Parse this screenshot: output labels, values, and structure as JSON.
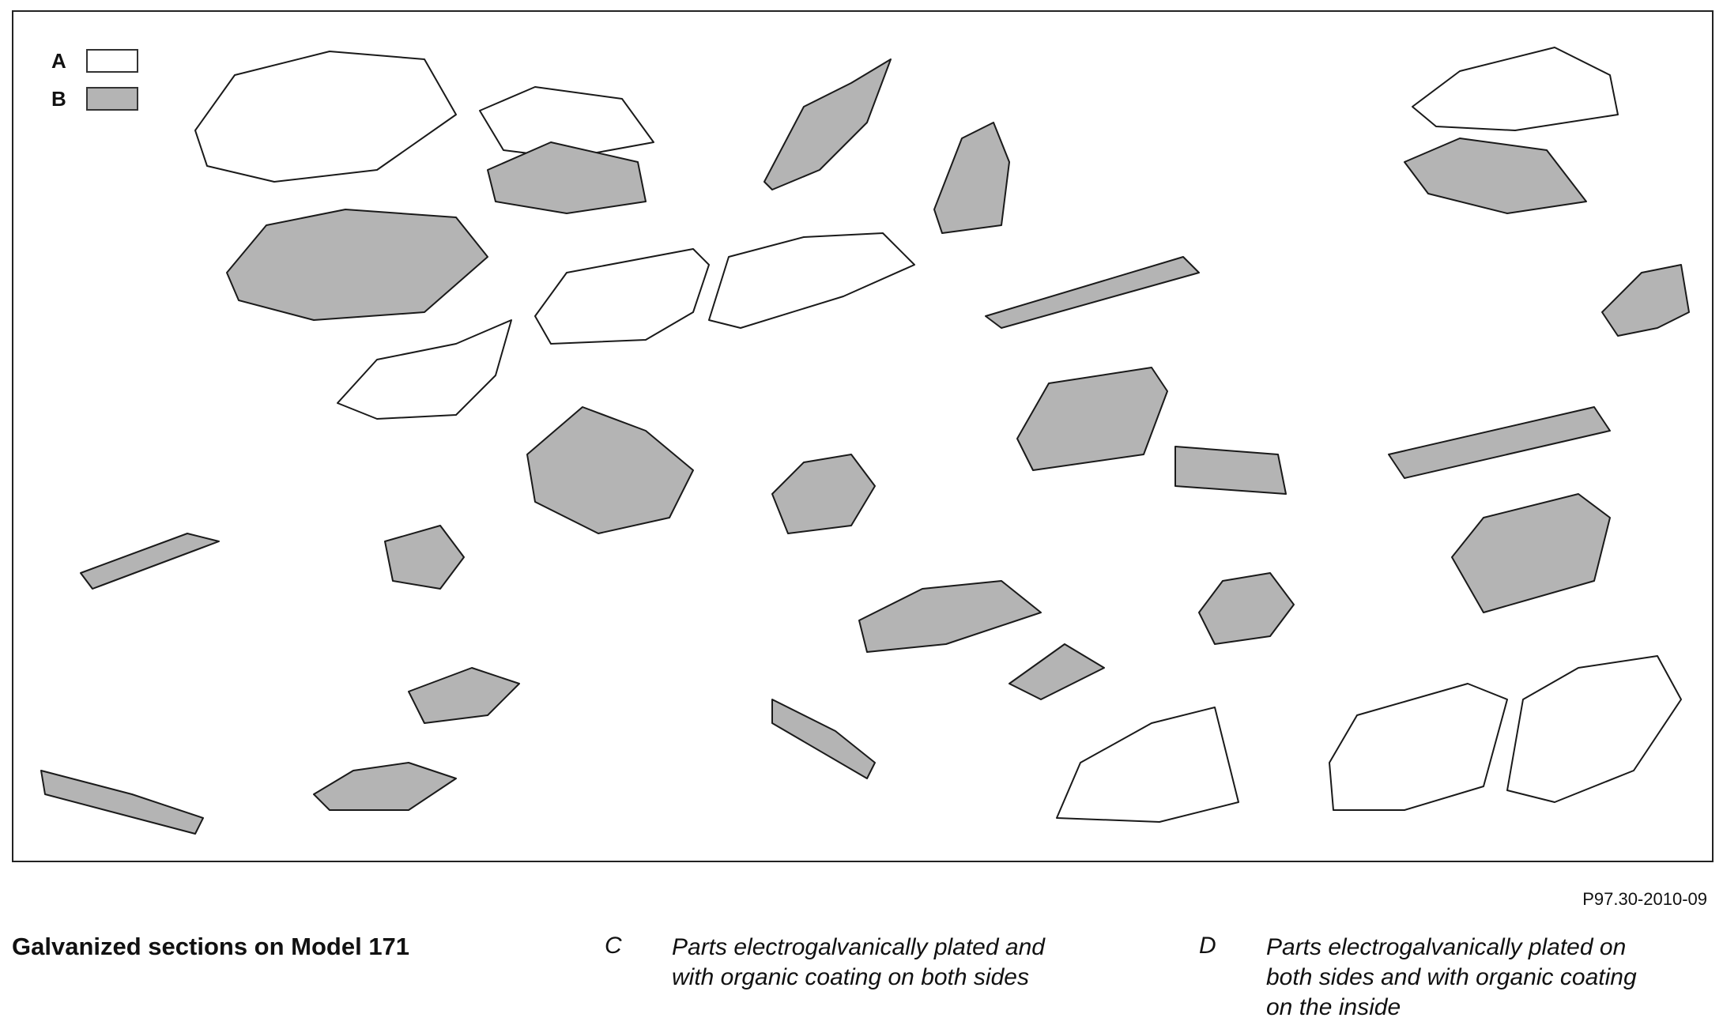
{
  "figure": {
    "legend": [
      {
        "key": "A",
        "fill": "#ffffff"
      },
      {
        "key": "B",
        "fill": "#b4b4b4"
      }
    ],
    "reference": "P97.30-2010-09",
    "title": "Galvanized sections on Model 171",
    "notes": [
      {
        "key": "C",
        "text": "Parts electrogalvanically plated and\nwith organic coating on both sides"
      },
      {
        "key": "D",
        "text": "Parts electrogalvanically plated on\nboth sides and with organic coating\non the inside"
      }
    ]
  },
  "colors": {
    "light_part": "#ffffff",
    "grey_part": "#b4b4b4",
    "outline": "#1a1a1a"
  }
}
